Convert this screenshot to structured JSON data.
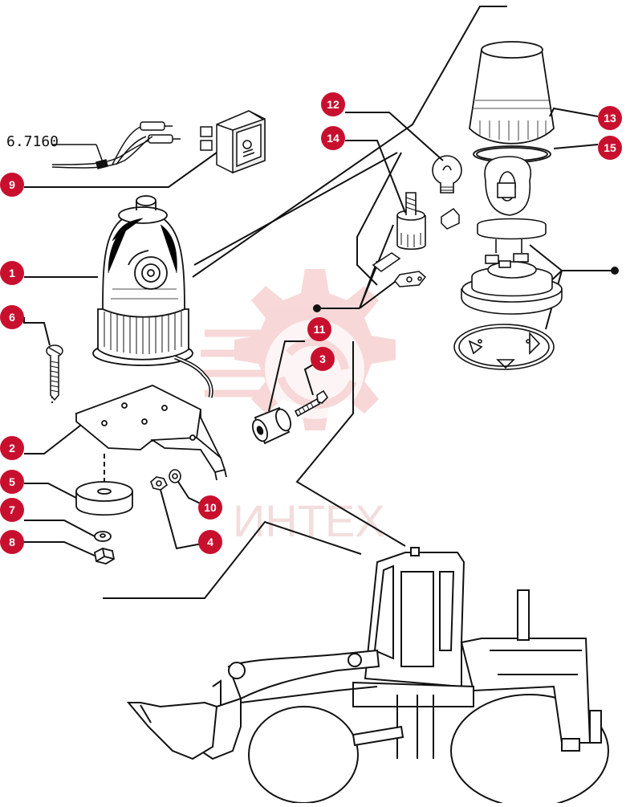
{
  "reference_code": "6.7160",
  "watermark": {
    "text": "ИНТЕХ"
  },
  "colors": {
    "callout_fill": "#c8102e",
    "callout_text": "#ffffff",
    "line": "#111111",
    "watermark": "#f2c4c4"
  },
  "callouts": [
    "1",
    "2",
    "3",
    "4",
    "5",
    "6",
    "7",
    "8",
    "9",
    "10",
    "11",
    "12",
    "13",
    "14",
    "15"
  ]
}
